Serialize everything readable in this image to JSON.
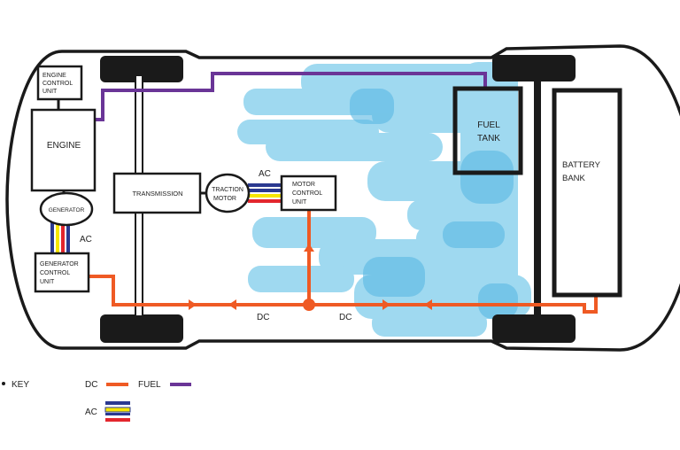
{
  "components": {
    "engine_control_unit": [
      "ENGINE",
      "CONTROL",
      "UNIT"
    ],
    "engine": "ENGINE",
    "generator": "GENERATOR",
    "generator_control_unit": [
      "GENERATOR",
      "CONTROL",
      "UNIT"
    ],
    "transmission": "TRANSMISSION",
    "traction_motor": [
      "TRACTION",
      "MOTOR"
    ],
    "motor_control_unit": [
      "MOTOR",
      "CONTROL",
      "UNIT"
    ],
    "fuel_tank": [
      "FUEL",
      "TANK"
    ],
    "battery_bank": [
      "BATTERY",
      "BANK"
    ]
  },
  "flow_labels": {
    "ac_generator": "AC",
    "ac_motor": "AC",
    "dc_left": "DC",
    "dc_right": "DC"
  },
  "key": {
    "title": "KEY",
    "dc": "DC",
    "fuel": "FUEL",
    "ac": "AC"
  },
  "colors": {
    "dc": "#ef5a24",
    "fuel": "#6a3597",
    "ac_blue": "#2b3990",
    "ac_yellow": "#f7e600",
    "ac_red": "#e3262d",
    "splash": "#8fd3ee",
    "outline": "#1a1a1a"
  }
}
